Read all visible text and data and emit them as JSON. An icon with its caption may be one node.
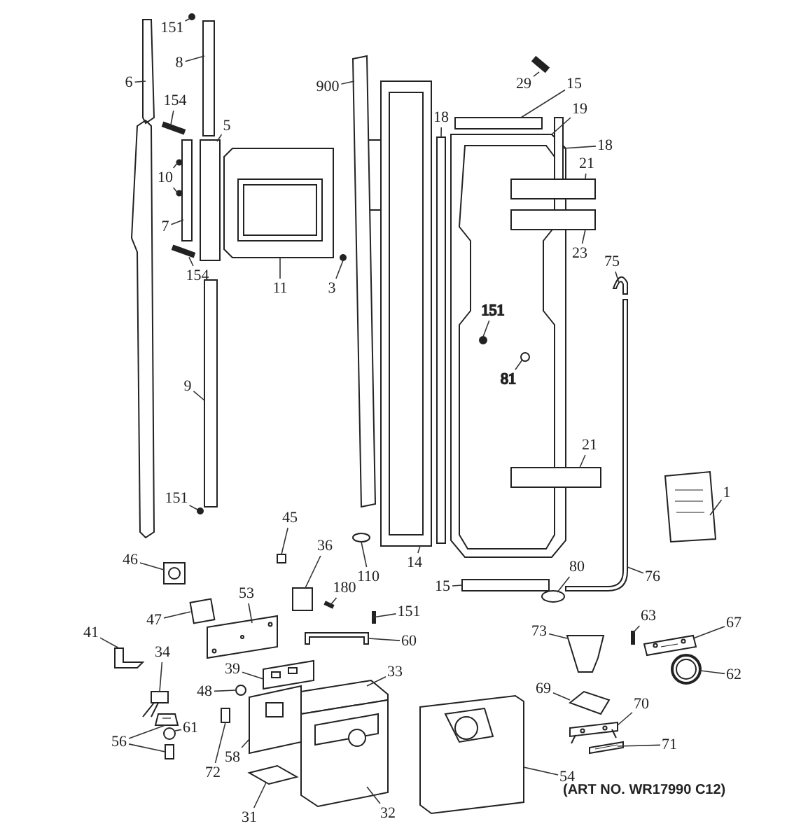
{
  "diagram": {
    "nodes": [
      {
        "text": [],
        "shape": "circle"
      },
      {
        "text": [],
        "shape": "picture"
      },
      {
        "text": [],
        "shape": "box"
      },
      {
        "text": [],
        "shape": "picture"
      },
      {
        "text": [],
        "shape": "bar"
      },
      {
        "text": [],
        "shape": "box"
      },
      {
        "text": [],
        "shape": "picture"
      },
      {
        "text": [],
        "shape": "box"
      },
      {
        "text": [],
        "shape": "box"
      },
      {
        "text": [],
        "shape": "bar"
      },
      {
        "text": [],
        "shape": "box"
      },
      {
        "text": [],
        "shape": "box"
      },
      {
        "text": [],
        "shape": "circle"
      },
      {
        "text": [],
        "shape": "circle"
      },
      {
        "text": [],
        "shape": "box"
      },
      {
        "text": [],
        "shape": "box"
      },
      {
        "text": [],
        "shape": "bar"
      },
      {
        "text": [],
        "shape": "picture"
      },
      {
        "text": [],
        "shape": "picture"
      },
      {
        "text": [],
        "shape": "circle"
      },
      {
        "text": [],
        "shape": "circle",
        "in": 6
      },
      {
        "text": [],
        "shape": "circle",
        "in": 6
      },
      {
        "text": [],
        "shape": "box"
      },
      {
        "text": [],
        "shape": "box"
      },
      {
        "text": [],
        "shape": "picture"
      },
      {
        "text": [],
        "shape": "circle"
      },
      {
        "text": [],
        "shape": "box"
      },
      {
        "text": [],
        "shape": "box"
      },
      {
        "text": [],
        "shape": "picture"
      },
      {
        "text": [],
        "shape": "picture"
      },
      {
        "text": [],
        "shape": "circle"
      },
      {
        "text": [],
        "shape": "circle"
      },
      {
        "text": [],
        "shape": "picture"
      },
      {
        "text": [],
        "shape": "box"
      },
      {
        "text": [],
        "shape": "bar"
      },
      {
        "text": [],
        "shape": "picture"
      },
      {
        "text": [],
        "shape": "bar"
      },
      {
        "text": [],
        "shape": "box"
      },
      {
        "text": [],
        "shape": "bar"
      },
      {
        "text": [],
        "shape": "picture"
      },
      {
        "text": [],
        "shape": "picture"
      },
      {
        "text": [],
        "shape": "picture"
      },
      {
        "text": [],
        "shape": "picture"
      },
      {
        "text": [],
        "shape": "picture"
      },
      {
        "text": [],
        "shape": "picture"
      },
      {
        "text": [],
        "shape": "picture"
      },
      {
        "text": [],
        "shape": "picture"
      },
      {
        "text": [],
        "shape": "circle"
      },
      {
        "text": [],
        "shape": "picture"
      },
      {
        "text": [],
        "shape": "picture"
      },
      {
        "text": [],
        "shape": "circle"
      },
      {
        "text": [],
        "shape": "picture"
      },
      {
        "text": [],
        "shape": "picture"
      },
      {
        "text": [],
        "shape": "box"
      },
      {
        "text": [],
        "shape": "picture"
      },
      {
        "text": [],
        "shape": "box"
      },
      {
        "text": [],
        "shape": "picture"
      },
      {
        "text": [],
        "shape": "picture"
      },
      {
        "text": [],
        "shape": "picture"
      },
      {
        "text": [
          "151"
        ]
      },
      {
        "text": [
          "6"
        ]
      },
      {
        "text": [
          "8"
        ]
      },
      {
        "text": [
          "900"
        ]
      },
      {
        "text": [
          "29"
        ]
      },
      {
        "text": [
          "15"
        ]
      },
      {
        "text": [
          "19"
        ]
      },
      {
        "text": [
          "18"
        ]
      },
      {
        "text": [
          "18"
        ]
      },
      {
        "text": [
          "154"
        ]
      },
      {
        "text": [
          "5"
        ]
      },
      {
        "text": [
          "21"
        ]
      },
      {
        "text": [
          "10"
        ]
      },
      {
        "text": [
          "7"
        ]
      },
      {
        "text": [
          "23"
        ]
      },
      {
        "text": [
          "154"
        ]
      },
      {
        "text": [
          "75"
        ]
      },
      {
        "text": [
          "11"
        ]
      },
      {
        "text": [
          "3"
        ]
      },
      {
        "text": [
          "151"
        ],
        "in": 6
      },
      {
        "text": [
          "81"
        ],
        "in": 6
      },
      {
        "text": [
          "9"
        ]
      },
      {
        "text": [
          "21"
        ]
      },
      {
        "text": [
          "1"
        ]
      },
      {
        "text": [
          "151"
        ]
      },
      {
        "text": [
          "45"
        ]
      },
      {
        "text": [
          "36"
        ]
      },
      {
        "text": [
          "14"
        ]
      },
      {
        "text": [
          "46"
        ]
      },
      {
        "text": [
          "110"
        ]
      },
      {
        "text": [
          "80"
        ]
      },
      {
        "text": [
          "76"
        ]
      },
      {
        "text": [
          "15"
        ]
      },
      {
        "text": [
          "180"
        ]
      },
      {
        "text": [
          "53"
        ]
      },
      {
        "text": [
          "151"
        ]
      },
      {
        "text": [
          "47"
        ]
      },
      {
        "text": [
          "63"
        ]
      },
      {
        "text": [
          "67"
        ]
      },
      {
        "text": [
          "73"
        ]
      },
      {
        "text": [
          "41"
        ]
      },
      {
        "text": [
          "60"
        ]
      },
      {
        "text": [
          "39"
        ]
      },
      {
        "text": [
          "34"
        ]
      },
      {
        "text": [
          "33"
        ]
      },
      {
        "text": [
          "62"
        ]
      },
      {
        "text": [
          "48"
        ]
      },
      {
        "text": [
          "69"
        ]
      },
      {
        "text": [
          "70"
        ]
      },
      {
        "text": [
          "61"
        ]
      },
      {
        "text": [
          "71"
        ]
      },
      {
        "text": [
          "56"
        ]
      },
      {
        "text": [
          "58"
        ]
      },
      {
        "text": [
          "72"
        ]
      },
      {
        "text": [
          "54"
        ]
      },
      {
        "text": [
          "31"
        ]
      },
      {
        "text": [
          "32"
        ]
      }
    ],
    "edges": [
      {
        "from": 59,
        "to": 0,
        "arrow": "none"
      },
      {
        "from": 60,
        "to": 1,
        "arrow": "none"
      },
      {
        "from": 61,
        "to": 2,
        "arrow": "none"
      },
      {
        "from": 62,
        "to": 3,
        "arrow": "none"
      },
      {
        "from": 63,
        "to": 4,
        "arrow": "none"
      },
      {
        "from": 64,
        "to": 5,
        "arrow": "none"
      },
      {
        "from": 65,
        "to": 6,
        "arrow": "none"
      },
      {
        "from": 66,
        "to": 7,
        "arrow": "none"
      },
      {
        "from": 67,
        "to": 8,
        "arrow": "none"
      },
      {
        "from": 68,
        "to": 9,
        "arrow": "none"
      },
      {
        "from": 69,
        "to": 10,
        "arrow": "none"
      },
      {
        "from": 70,
        "to": 11,
        "arrow": "none"
      },
      {
        "from": 71,
        "to": 12,
        "arrow": "none"
      },
      {
        "from": 71,
        "to": 13,
        "arrow": "none"
      },
      {
        "from": 72,
        "to": 14,
        "arrow": "none"
      },
      {
        "from": 73,
        "to": 15,
        "arrow": "none"
      },
      {
        "from": 74,
        "to": 16,
        "arrow": "none"
      },
      {
        "from": 75,
        "to": 17,
        "arrow": "none"
      },
      {
        "from": 76,
        "to": 18,
        "arrow": "none"
      },
      {
        "from": 77,
        "to": 19,
        "arrow": "none"
      },
      {
        "from": 78,
        "to": 20,
        "arrow": "none"
      },
      {
        "from": 79,
        "to": 21,
        "arrow": "none"
      },
      {
        "from": 80,
        "to": 22,
        "arrow": "none"
      },
      {
        "from": 81,
        "to": 23,
        "arrow": "none"
      },
      {
        "from": 82,
        "to": 24,
        "arrow": "none"
      },
      {
        "from": 83,
        "to": 25,
        "arrow": "none"
      },
      {
        "from": 84,
        "to": 26,
        "arrow": "none"
      },
      {
        "from": 85,
        "to": 27,
        "arrow": "none"
      },
      {
        "from": 86,
        "to": 28,
        "arrow": "none"
      },
      {
        "from": 87,
        "to": 29,
        "arrow": "none"
      },
      {
        "from": 88,
        "to": 30,
        "arrow": "none"
      },
      {
        "from": 89,
        "to": 31,
        "arrow": "none"
      },
      {
        "from": 90,
        "to": 32,
        "arrow": "none"
      },
      {
        "from": 91,
        "to": 33,
        "arrow": "none"
      },
      {
        "from": 92,
        "to": 34,
        "arrow": "none"
      },
      {
        "from": 93,
        "to": 35,
        "arrow": "none"
      },
      {
        "from": 94,
        "to": 36,
        "arrow": "none"
      },
      {
        "from": 95,
        "to": 37,
        "arrow": "none"
      },
      {
        "from": 96,
        "to": 38,
        "arrow": "none"
      },
      {
        "from": 97,
        "to": 39,
        "arrow": "none"
      },
      {
        "from": 98,
        "to": 40,
        "arrow": "none"
      },
      {
        "from": 99,
        "to": 41,
        "arrow": "none"
      },
      {
        "from": 100,
        "to": 42,
        "arrow": "none"
      },
      {
        "from": 101,
        "to": 43,
        "arrow": "none"
      },
      {
        "from": 102,
        "to": 44,
        "arrow": "none"
      },
      {
        "from": 103,
        "to": 45,
        "arrow": "none"
      },
      {
        "from": 104,
        "to": 46,
        "arrow": "none"
      },
      {
        "from": 105,
        "to": 47,
        "arrow": "none"
      },
      {
        "from": 106,
        "to": 48,
        "arrow": "none"
      },
      {
        "from": 107,
        "to": 49,
        "arrow": "none"
      },
      {
        "from": 108,
        "to": 50,
        "arrow": "none"
      },
      {
        "from": 109,
        "to": 51,
        "arrow": "none"
      },
      {
        "from": 110,
        "to": 52,
        "arrow": "none"
      },
      {
        "from": 110,
        "to": 53,
        "arrow": "none"
      },
      {
        "from": 111,
        "to": 54,
        "arrow": "none"
      },
      {
        "from": 112,
        "to": 55,
        "arrow": "none"
      },
      {
        "from": 113,
        "to": 56,
        "arrow": "none"
      },
      {
        "from": 114,
        "to": 57,
        "arrow": "none"
      },
      {
        "from": 115,
        "to": 58,
        "arrow": "none"
      }
    ],
    "labels": [
      "(ART NO. WR17990 C12)"
    ]
  }
}
